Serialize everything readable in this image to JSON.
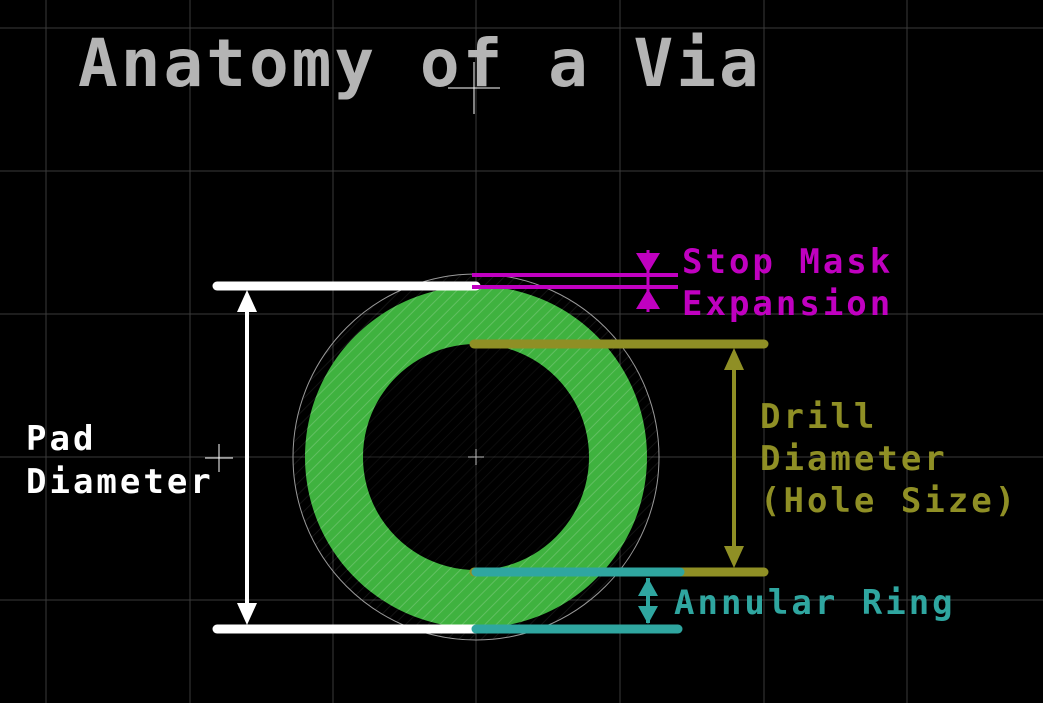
{
  "title": "Anatomy of a Via",
  "labels": {
    "pad_line1": "Pad",
    "pad_line2": "Diameter",
    "mask_line1": "Stop Mask",
    "mask_line2": "Expansion",
    "drill_line1": "Drill",
    "drill_line2": "Diameter",
    "drill_line3": "(Hole Size)",
    "annular": "Annular Ring"
  },
  "colors": {
    "background": "#000000",
    "grid": "#3a3a3a",
    "title": "#b4b4b4",
    "pad": "#3fb23f",
    "pad_dimension": "#ffffff",
    "mask_dimension": "#c000c0",
    "drill_dimension": "#8f8f25",
    "annular_dimension": "#2fa6a0"
  }
}
